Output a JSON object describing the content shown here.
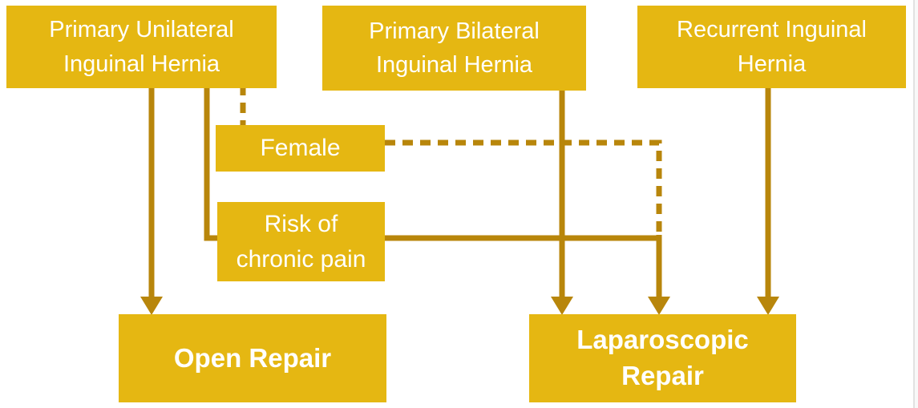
{
  "diagram": {
    "type": "flowchart",
    "topic": "Inguinal hernia repair decision pathway",
    "colors": {
      "node_fill": "#E5B712",
      "connector": "#B8860B",
      "node_text": "#FFFFFF",
      "background": "#FFFFFF"
    },
    "nodes": {
      "primary_unilateral": {
        "label": "Primary Unilateral\nInguinal Hernia"
      },
      "primary_bilateral": {
        "label": "Primary Bilateral\nInguinal Hernia"
      },
      "recurrent": {
        "label": "Recurrent Inguinal\nHernia"
      },
      "female": {
        "label": "Female"
      },
      "risk": {
        "label": "Risk of\nchronic pain"
      },
      "open_repair": {
        "label": "Open Repair"
      },
      "laparoscopic": {
        "label": "Laparoscopic\nRepair"
      }
    },
    "edges": [
      {
        "from": "primary_unilateral",
        "to": "open_repair",
        "style": "solid"
      },
      {
        "from": "primary_unilateral",
        "to": "risk",
        "style": "solid"
      },
      {
        "from": "primary_unilateral",
        "to": "female",
        "style": "dashed"
      },
      {
        "from": "female",
        "to": "laparoscopic",
        "style": "dashed"
      },
      {
        "from": "risk",
        "to": "laparoscopic",
        "style": "solid"
      },
      {
        "from": "primary_bilateral",
        "to": "laparoscopic",
        "style": "solid"
      },
      {
        "from": "recurrent",
        "to": "laparoscopic",
        "style": "solid"
      }
    ]
  }
}
